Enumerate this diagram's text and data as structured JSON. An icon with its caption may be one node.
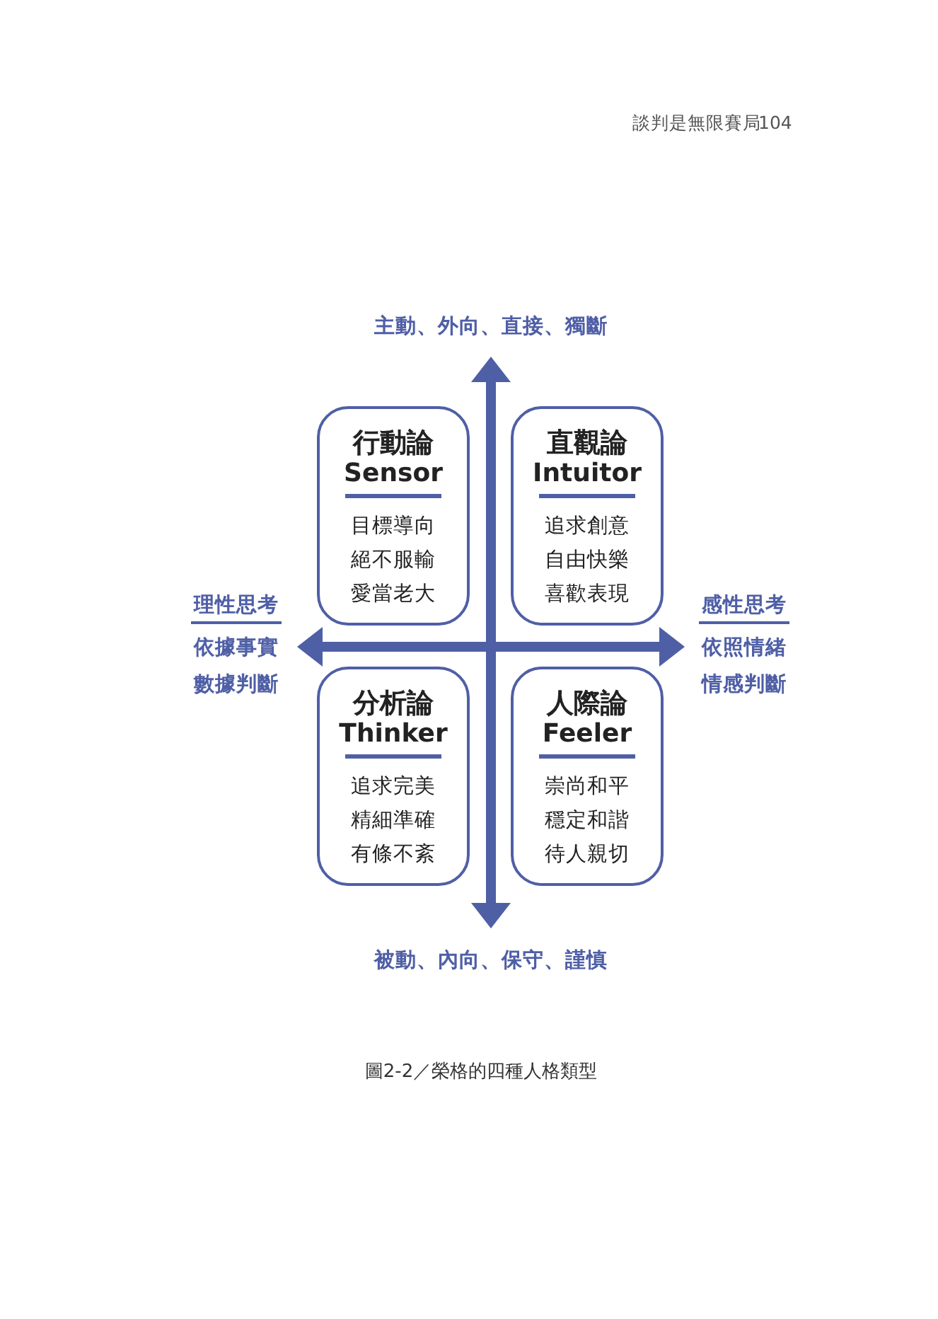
{
  "diagram": {
    "caption": "圖2-2／榮格的四種人格類型",
    "nodes": [
      {
        "text": [
          "行動論",
          "Sensor",
          "目標導向",
          "絕不服輸",
          "愛當老大"
        ]
      },
      {
        "text": [
          "直觀論",
          "Intuitor",
          "追求創意",
          "自由快樂",
          "喜歡表現"
        ]
      },
      {
        "text": [
          "分析論",
          "Thinker",
          "追求完美",
          "精細準確",
          "有條不紊"
        ]
      },
      {
        "text": [
          "人際論",
          "Feeler",
          "崇尚和平",
          "穩定和諧",
          "待人親切"
        ]
      }
    ],
    "labels": [
      "談判是無限賽局",
      "104",
      "主動、外向、直接、獨斷",
      "理性思考",
      "依據事實",
      "數據判斷",
      "感性思考",
      "依照情緒",
      "情感判斷",
      "被動、內向、保守、謹慎"
    ]
  }
}
